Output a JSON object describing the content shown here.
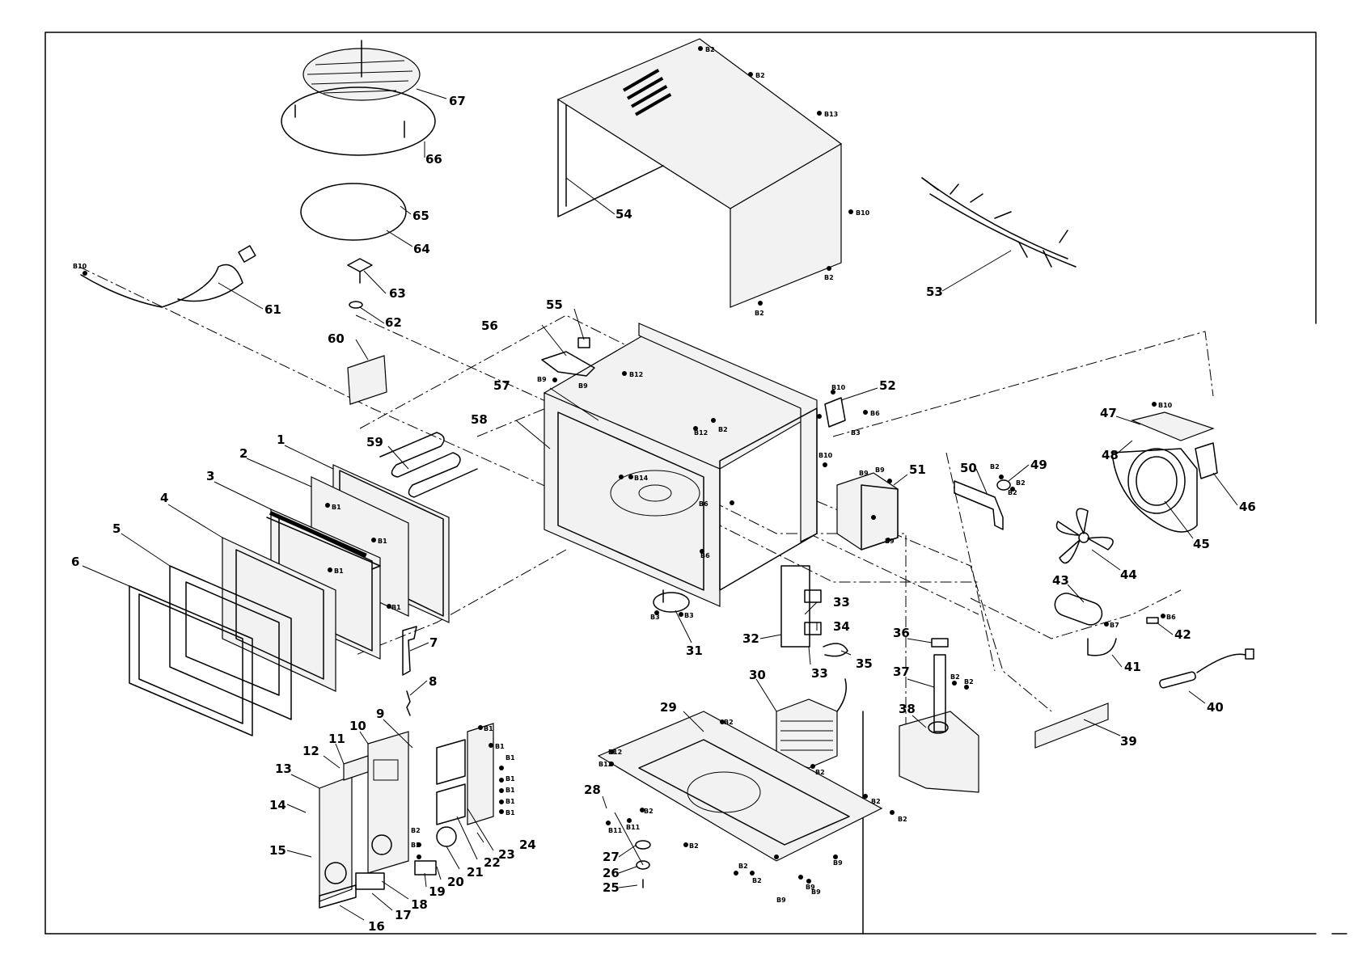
{
  "callouts": [
    "1",
    "2",
    "3",
    "4",
    "5",
    "6",
    "7",
    "8",
    "9",
    "10",
    "11",
    "12",
    "13",
    "14",
    "15",
    "16",
    "17",
    "18",
    "19",
    "20",
    "21",
    "22",
    "23",
    "24",
    "25",
    "26",
    "27",
    "28",
    "29",
    "30",
    "31",
    "32",
    "33",
    "33",
    "34",
    "35",
    "36",
    "37",
    "38",
    "39",
    "40",
    "41",
    "42",
    "43",
    "44",
    "45",
    "46",
    "47",
    "48",
    "49",
    "50",
    "51",
    "52",
    "53",
    "54",
    "55",
    "56",
    "57",
    "58",
    "59",
    "60",
    "61",
    "62",
    "63",
    "64",
    "65",
    "66",
    "67"
  ],
  "screw_labels": {
    "b1": "B1",
    "b2": "B2",
    "b3": "B3",
    "b6": "B6",
    "b7": "B7",
    "b9": "B9",
    "b10": "B10",
    "b11": "B11",
    "b12": "B12",
    "b13": "B13",
    "b14": "B14"
  }
}
